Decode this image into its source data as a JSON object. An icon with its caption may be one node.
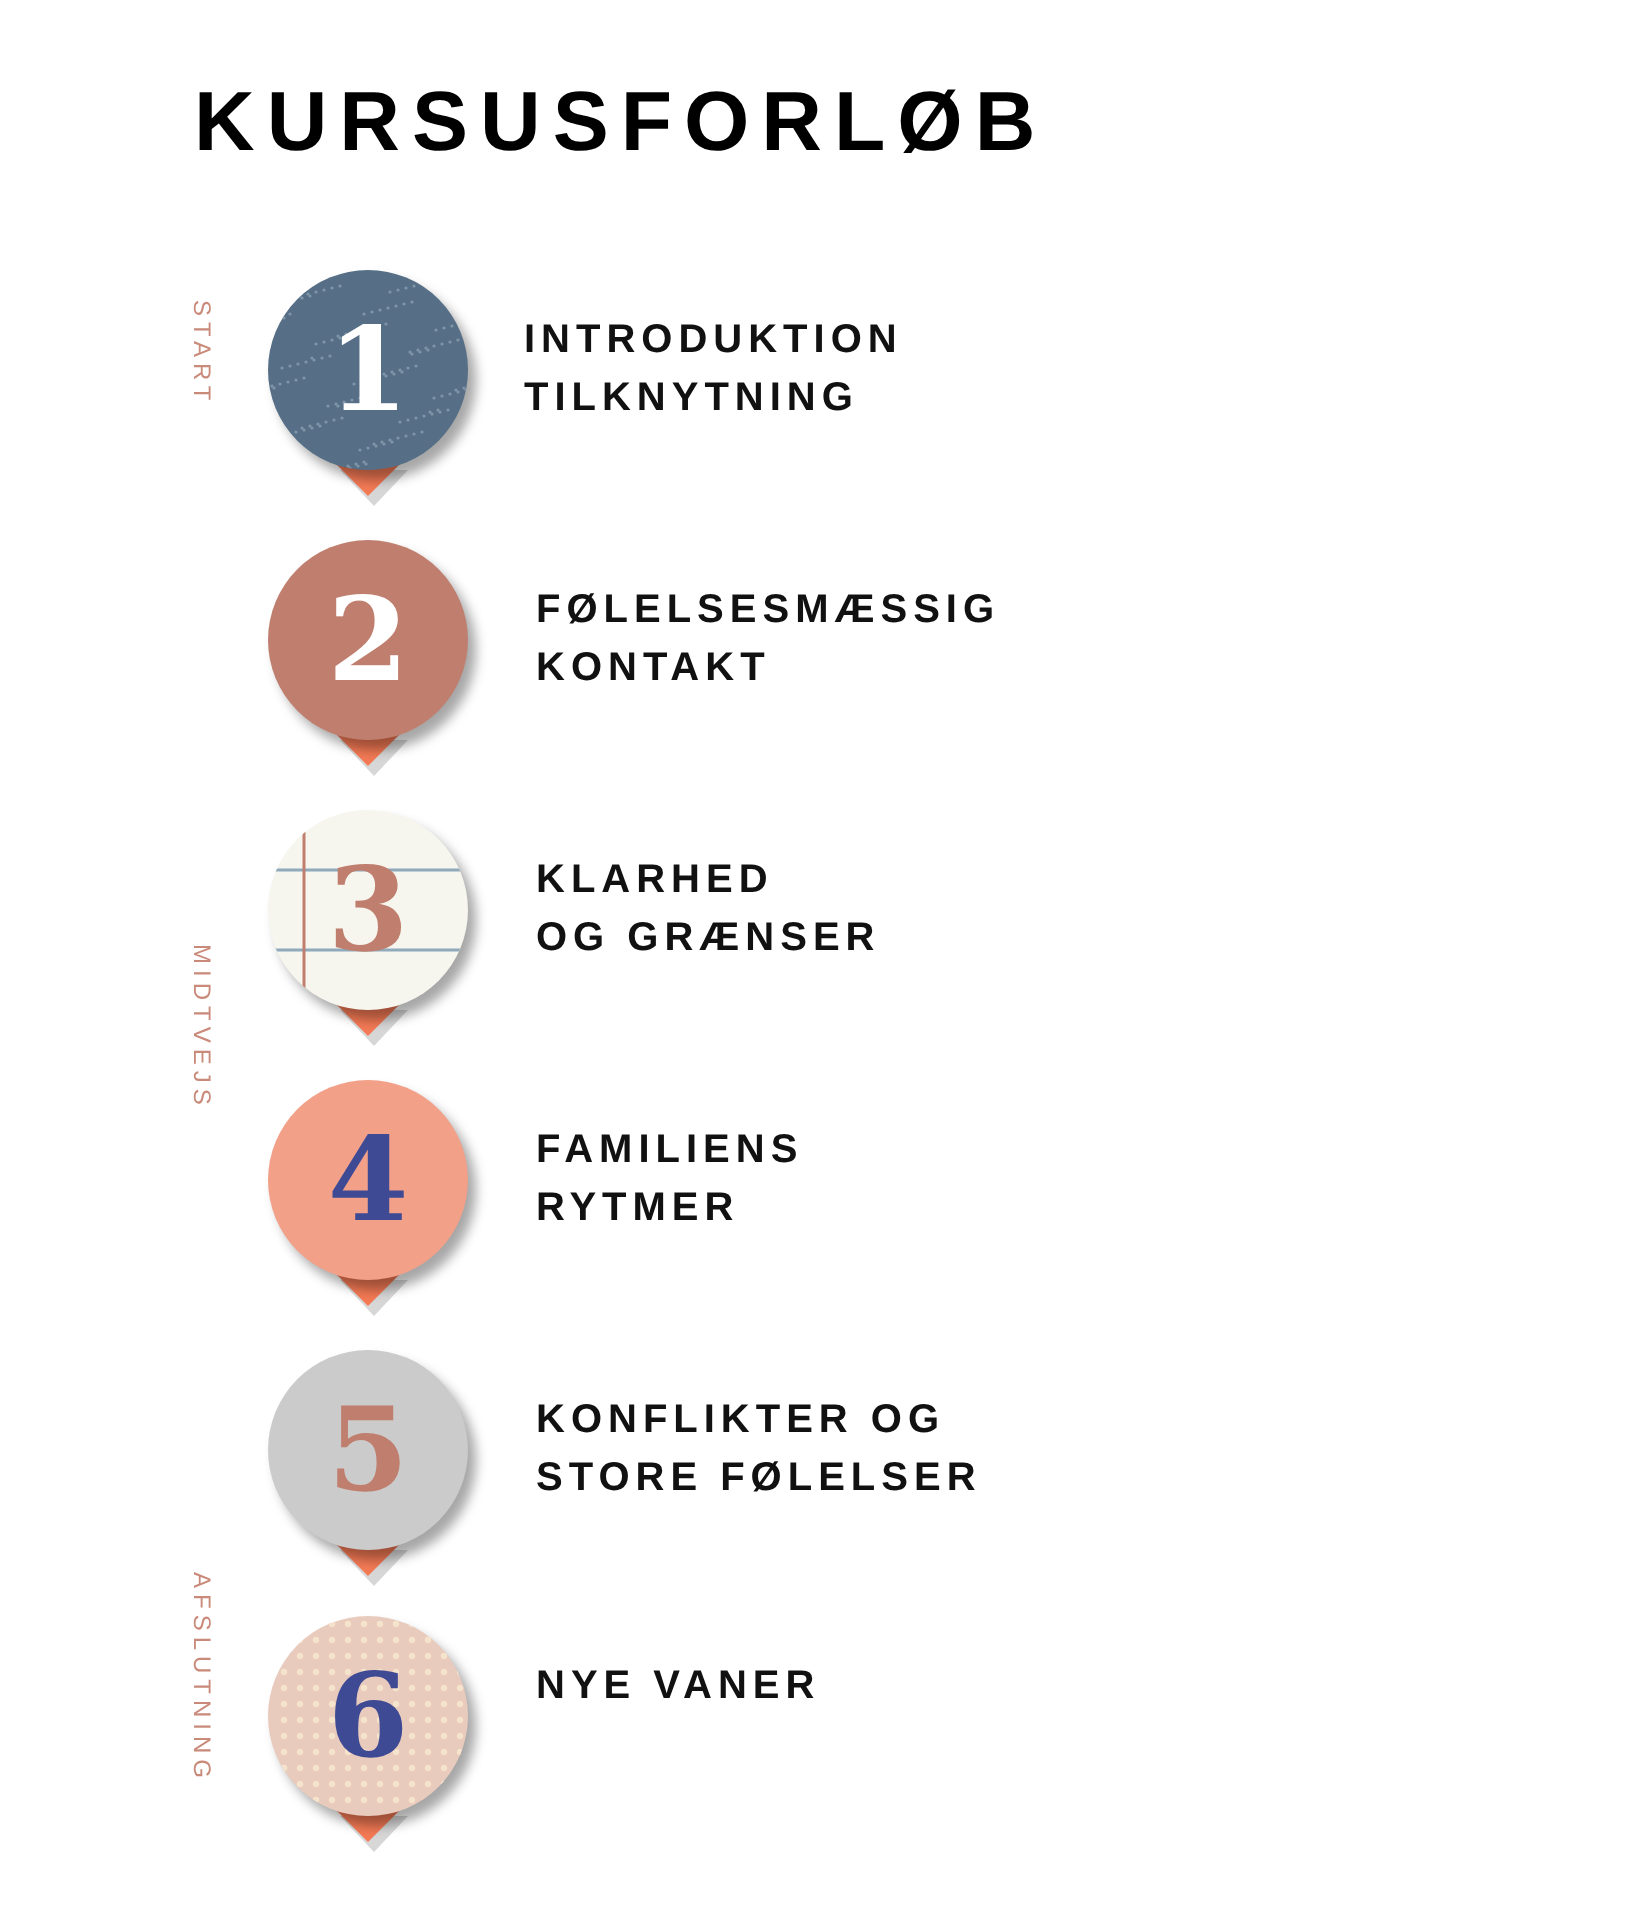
{
  "diagram": {
    "title": "KURSUSFORLØB",
    "nodes": [
      {
        "text": [
          "1"
        ],
        "beside": [
          "INTRODUKTION TILKNYTNING"
        ]
      },
      {
        "text": [
          "2"
        ],
        "beside": [
          "FØLELSESMÆSSIG KONTAKT"
        ]
      },
      {
        "text": [
          "3"
        ],
        "beside": [
          "KLARHED OG GRÆNSER"
        ]
      },
      {
        "text": [
          "4"
        ],
        "beside": [
          "FAMILIENS RYTMER"
        ]
      },
      {
        "text": [
          "5"
        ],
        "beside": [
          "KONFLIKTER OG STORE FØLELSER"
        ]
      },
      {
        "text": [
          "6"
        ],
        "beside": [
          "NYE VANER"
        ]
      }
    ],
    "labels": [
      "START",
      "MIDTVEJS",
      "AFSLUTNING"
    ]
  }
}
